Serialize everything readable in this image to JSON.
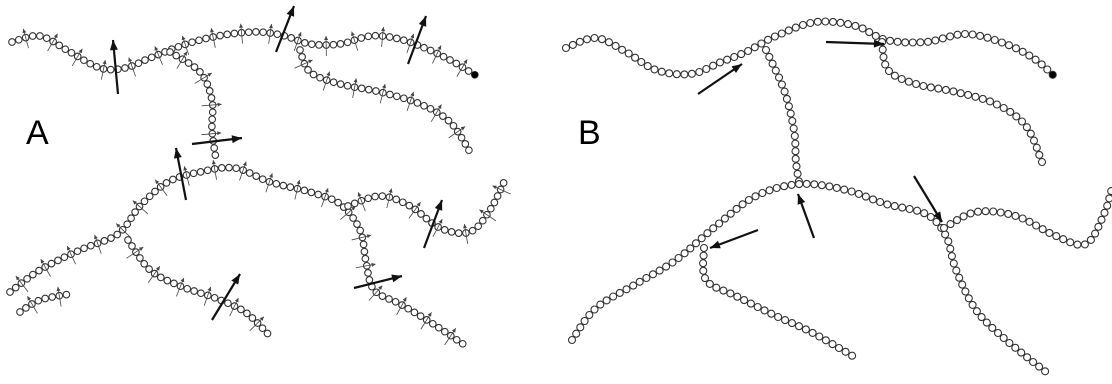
{
  "panels": [
    {
      "id": "A",
      "label": "A",
      "chain_style": "beaded",
      "arrow_type": "bidirectional-crossing"
    },
    {
      "id": "B",
      "label": "B",
      "chain_style": "beaded",
      "arrow_type": "branch-point-pointer"
    }
  ],
  "colors": {
    "bead_stroke": "#333333",
    "bead_fill": "#ffffff",
    "arrow": "#111111",
    "background": "#ffffff"
  }
}
